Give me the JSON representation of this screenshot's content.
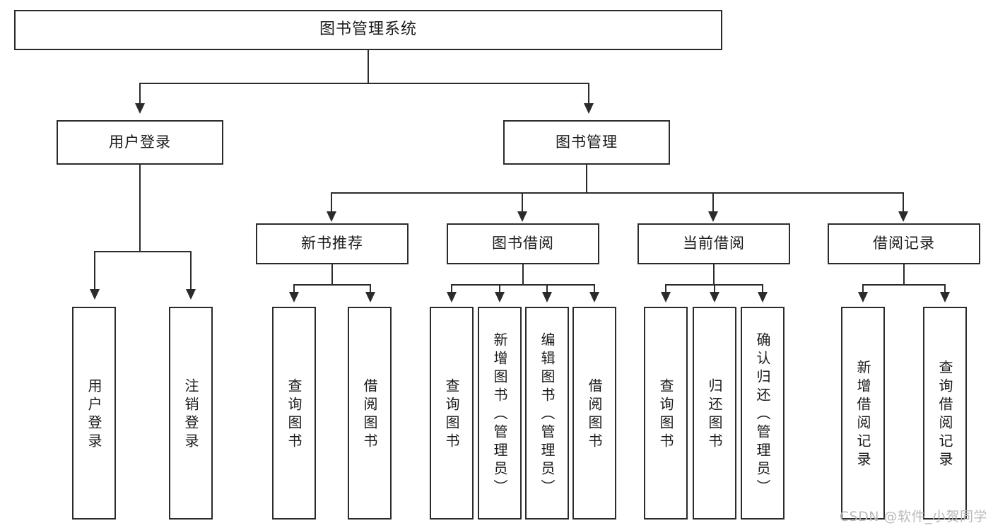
{
  "diagram": {
    "title": "图书管理系统",
    "watermark": "CSDN @软件_小贺同学",
    "nodes": {
      "root": {
        "label": "图书管理系统"
      },
      "level2": [
        {
          "id": "user-login",
          "label": "用户登录"
        },
        {
          "id": "book-manage",
          "label": "图书管理"
        }
      ],
      "level3": [
        {
          "id": "new-book-recommend",
          "label": "新书推荐"
        },
        {
          "id": "book-borrow",
          "label": "图书借阅"
        },
        {
          "id": "current-borrow",
          "label": "当前借阅"
        },
        {
          "id": "borrow-record",
          "label": "借阅记录"
        }
      ],
      "leaves": [
        {
          "id": "leaf-user-login",
          "label": "用户登录",
          "parent": "user-login"
        },
        {
          "id": "leaf-logout",
          "label": "注销登录",
          "parent": "user-login"
        },
        {
          "id": "leaf-query-book-1",
          "label": "查询图书",
          "parent": "new-book-recommend"
        },
        {
          "id": "leaf-borrow-book-1",
          "label": "借阅图书",
          "parent": "new-book-recommend"
        },
        {
          "id": "leaf-query-book-2",
          "label": "查询图书",
          "parent": "book-borrow"
        },
        {
          "id": "leaf-add-book",
          "label": "新增图书（管理员）",
          "parent": "book-borrow"
        },
        {
          "id": "leaf-edit-book",
          "label": "编辑图书（管理员）",
          "parent": "book-borrow"
        },
        {
          "id": "leaf-borrow-book-2",
          "label": "借阅图书",
          "parent": "book-borrow"
        },
        {
          "id": "leaf-query-book-3",
          "label": "查询图书",
          "parent": "current-borrow"
        },
        {
          "id": "leaf-return-book",
          "label": "归还图书",
          "parent": "current-borrow"
        },
        {
          "id": "leaf-confirm-return",
          "label": "确认归还（管理员）",
          "parent": "current-borrow"
        },
        {
          "id": "leaf-add-record",
          "label": "新增借阅记录",
          "parent": "borrow-record"
        },
        {
          "id": "leaf-query-record",
          "label": "查询借阅记录",
          "parent": "borrow-record"
        }
      ]
    },
    "colors": {
      "stroke": "#2b2b2b",
      "fill": "#ffffff",
      "watermark": "#b9b9b9"
    }
  }
}
